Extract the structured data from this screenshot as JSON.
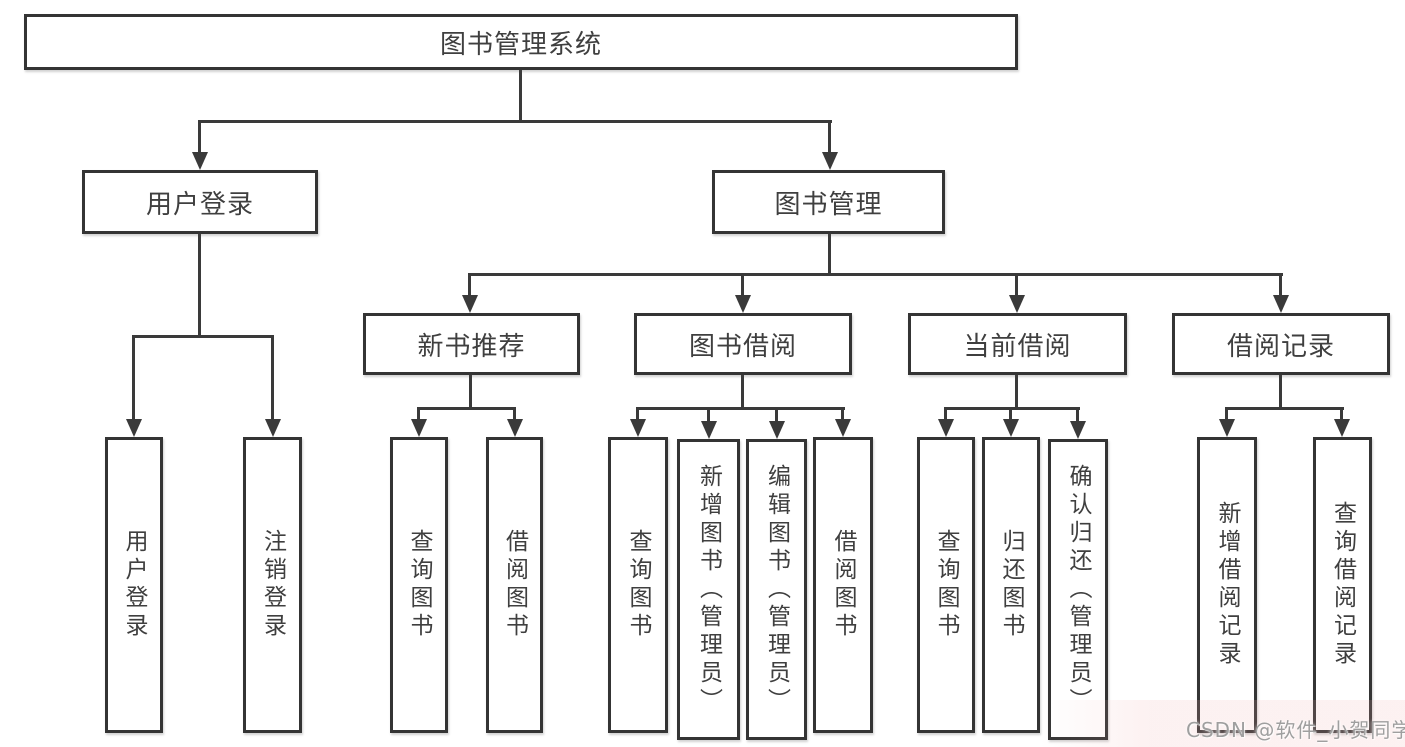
{
  "diagram": {
    "title": "图书管理系统",
    "level2": {
      "user_login": "用户登录",
      "book_management": "图书管理"
    },
    "level3": {
      "new_book_recommendation": "新书推荐",
      "book_borrowing": "图书借阅",
      "current_borrowing": "当前借阅",
      "borrowing_records": "借阅记录"
    },
    "leaves": {
      "user_login": "用户登录",
      "logout": "注销登录",
      "recommend_query_books": "查询图书",
      "recommend_borrow_books": "借阅图书",
      "borrowing_query_books": "查询图书",
      "borrowing_add_books": "新增图书（管理员）",
      "borrowing_edit_books": "编辑图书（管理员）",
      "borrowing_borrow_books": "借阅图书",
      "current_query_books": "查询图书",
      "current_return_books": "归还图书",
      "current_confirm_return": "确认归还（管理员）",
      "records_add_record": "新增借阅记录",
      "records_query_record": "查询借阅记录"
    }
  },
  "watermark": {
    "text": "CSDN @软件_小贺同学"
  },
  "colors": {
    "line": "#3a3a3a",
    "box_border": "#343434",
    "text": "#3f3f3f",
    "watermark_text": "#9f9f9f",
    "bg": "#ffffff"
  }
}
